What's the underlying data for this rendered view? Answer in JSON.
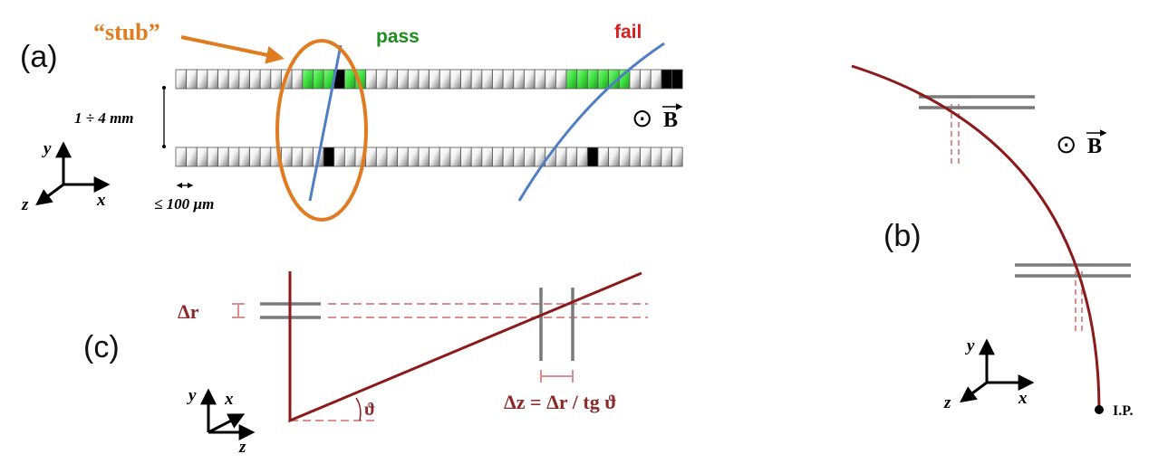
{
  "panel_a": {
    "label": "(a)",
    "stub_label": "“stub”",
    "pass_label": "pass",
    "fail_label": "fail",
    "separation_label": "1 ÷ 4 mm",
    "pitch_label": "≤ 100 µm",
    "bfield_symbol": "⊙",
    "bfield_label": "B",
    "axes": {
      "y": "y",
      "x": "x",
      "z": "z"
    },
    "top_layer": {
      "green_cells": [
        12,
        13,
        14,
        16,
        17,
        37,
        38,
        39,
        40,
        41,
        42
      ],
      "black_cells": [
        15,
        46,
        47
      ]
    },
    "bottom_layer": {
      "green_cells": [],
      "black_cells": [
        14,
        39
      ]
    }
  },
  "panel_b": {
    "label": "(b)",
    "bfield_symbol": "⊙",
    "bfield_label": "B",
    "ip_label": "I.P.",
    "axes": {
      "y": "y",
      "x": "x",
      "z": "z"
    }
  },
  "panel_c": {
    "label": "(c)",
    "dr_label": "Δr",
    "theta_label": "ϑ",
    "dz_label": "Δz = Δr / tg ϑ",
    "axes": {
      "y": "y",
      "x": "x",
      "z": "z"
    }
  },
  "colors": {
    "stub_orange": "#e07b1f",
    "pass_green": "#1e8c1e",
    "fail_red": "#d81e1e",
    "track_blue": "#4f7fc2",
    "track_darkred": "#7a1010",
    "sensor_gray": "#7a7a7a",
    "dashed_pink": "#dd8f8f",
    "cell_green": "#3ee03e",
    "label_darkred": "#8b2a2a"
  }
}
